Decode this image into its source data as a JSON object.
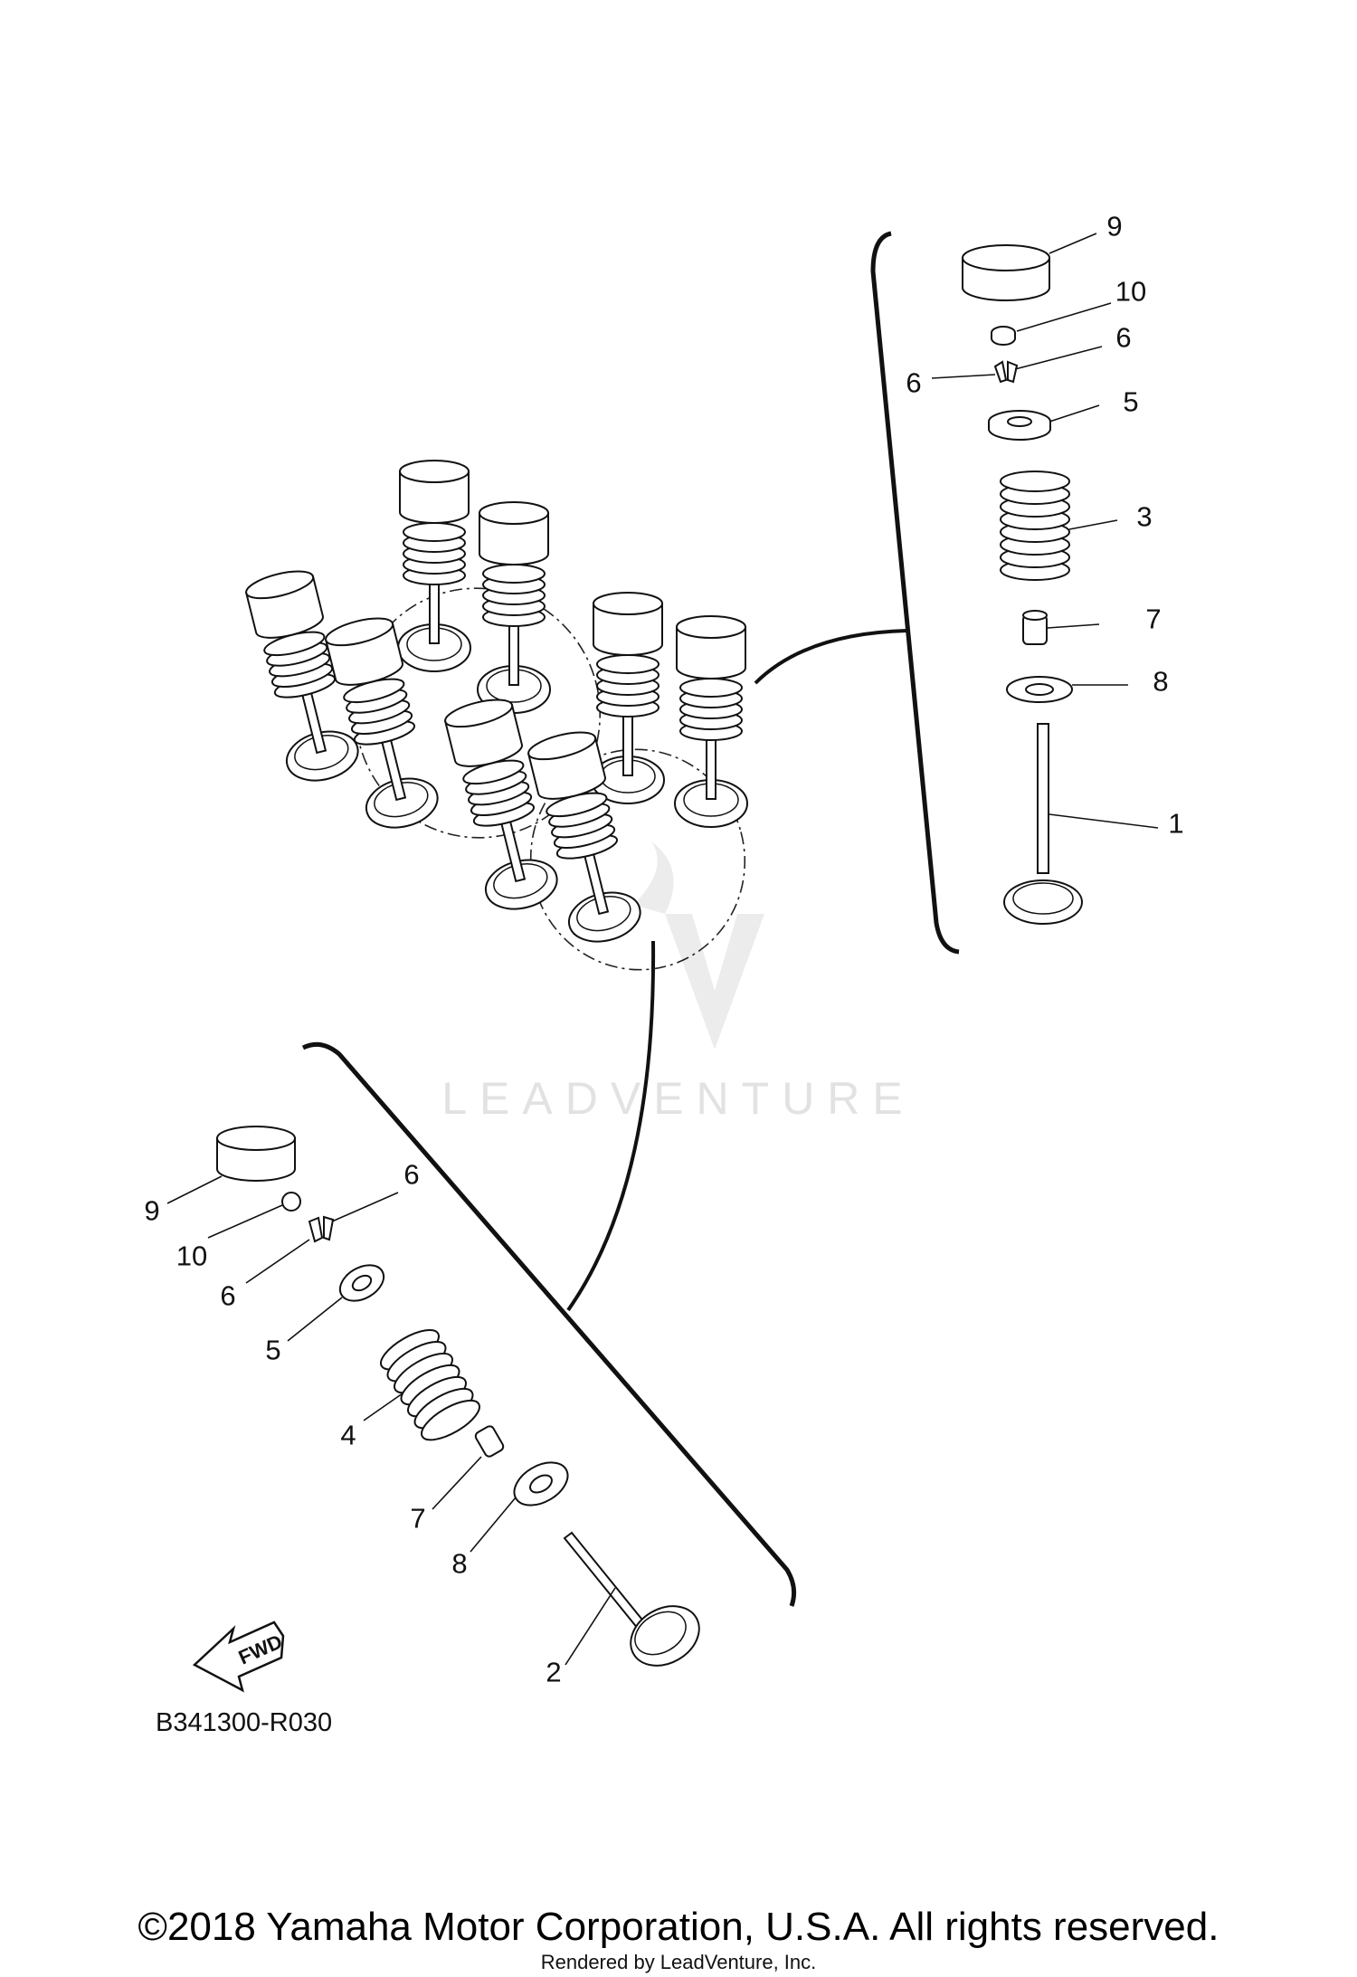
{
  "diagram": {
    "part_code": "B341300-R030",
    "copyright": "©2018 Yamaha Motor Corporation, U.S.A. All rights reserved.",
    "rendered_by": "Rendered by LeadVenture, Inc.",
    "watermark": "LEADVENTURE",
    "fwd_label": "FWD"
  },
  "upper_callouts": [
    "9",
    "10",
    "6",
    "6",
    "5",
    "3",
    "7",
    "8",
    "1"
  ],
  "lower_callouts": [
    "9",
    "6",
    "10",
    "6",
    "5",
    "4",
    "7",
    "8",
    "2"
  ]
}
